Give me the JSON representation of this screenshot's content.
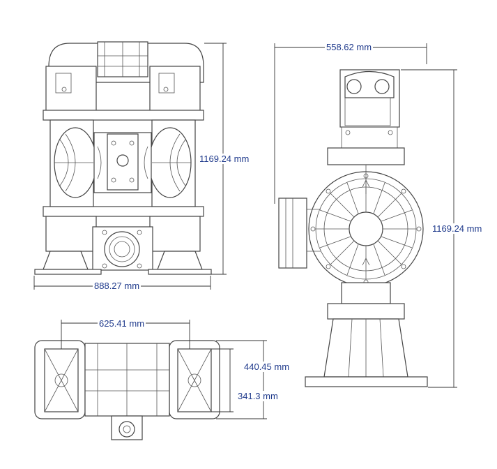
{
  "dimensions": {
    "front_width": "888.27 mm",
    "front_height": "1169.24 mm",
    "side_width": "558.62 mm",
    "side_height": "1169.24 mm",
    "top_width": "625.41 mm",
    "top_depth_outer": "440.45 mm",
    "top_depth_inner": "341.3 mm"
  },
  "colors": {
    "dimension_text": "#1f3a8c",
    "line": "#444444"
  }
}
